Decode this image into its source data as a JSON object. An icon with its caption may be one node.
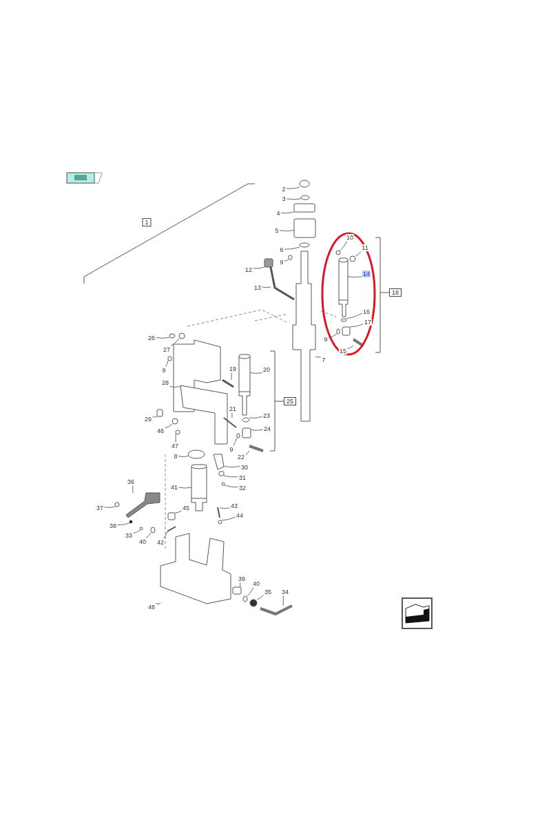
{
  "diagram": {
    "nodes": [
      {
        "text": [
          "1"
        ]
      },
      {
        "text": [
          "2"
        ]
      },
      {
        "text": [
          "3"
        ]
      },
      {
        "text": [
          "4"
        ]
      },
      {
        "text": [
          "5"
        ]
      },
      {
        "text": [
          "6"
        ]
      },
      {
        "text": [
          "10"
        ]
      },
      {
        "text": [
          "11"
        ]
      },
      {
        "text": [
          "12"
        ]
      },
      {
        "text": [
          "14"
        ]
      },
      {
        "text": [
          "9"
        ]
      },
      {
        "text": [
          "13"
        ]
      },
      {
        "text": [
          "18"
        ]
      },
      {
        "text": [
          "16"
        ]
      },
      {
        "text": [
          "17"
        ]
      },
      {
        "text": [
          "26"
        ]
      },
      {
        "text": [
          "9"
        ]
      },
      {
        "text": [
          "27"
        ]
      },
      {
        "text": [
          "15"
        ]
      },
      {
        "text": [
          "7"
        ]
      },
      {
        "text": [
          "9"
        ]
      },
      {
        "text": [
          "20"
        ]
      },
      {
        "text": [
          "19"
        ]
      },
      {
        "text": [
          "28"
        ]
      },
      {
        "text": [
          "25"
        ]
      },
      {
        "text": [
          "21"
        ]
      },
      {
        "text": [
          "23"
        ]
      },
      {
        "text": [
          "29"
        ]
      },
      {
        "text": [
          "24"
        ]
      },
      {
        "text": [
          "46"
        ]
      },
      {
        "text": [
          "47"
        ]
      },
      {
        "text": [
          "9"
        ]
      },
      {
        "text": [
          "22"
        ]
      },
      {
        "text": [
          "8"
        ]
      },
      {
        "text": [
          "30"
        ]
      },
      {
        "text": [
          "31"
        ]
      },
      {
        "text": [
          "32"
        ]
      },
      {
        "text": [
          "41"
        ]
      },
      {
        "text": [
          "36"
        ]
      },
      {
        "text": [
          "43"
        ]
      },
      {
        "text": [
          "37"
        ]
      },
      {
        "text": [
          "45"
        ]
      },
      {
        "text": [
          "44"
        ]
      },
      {
        "text": [
          "38"
        ]
      },
      {
        "text": [
          "33"
        ]
      },
      {
        "text": [
          "40"
        ]
      },
      {
        "text": [
          "42"
        ]
      },
      {
        "text": [
          "39"
        ]
      },
      {
        "text": [
          "40"
        ]
      },
      {
        "text": [
          "35"
        ]
      },
      {
        "text": [
          "34"
        ]
      },
      {
        "text": [
          "48"
        ]
      },
      {
        "text": [],
        "shape": "circle"
      },
      {
        "text": [],
        "shape": "circle"
      },
      {
        "text": [],
        "shape": "box"
      },
      {
        "text": [],
        "shape": "box"
      },
      {
        "text": [],
        "shape": "circle"
      },
      {
        "text": [],
        "shape": "circle"
      },
      {
        "text": [],
        "shape": "circle"
      },
      {
        "text": [],
        "shape": "box"
      },
      {
        "text": [],
        "shape": "cylinder"
      },
      {
        "text": [],
        "shape": "box"
      },
      {
        "text": [],
        "shape": "picture"
      },
      {
        "text": [],
        "shape": "circle"
      },
      {
        "text": [],
        "shape": "box"
      },
      {
        "text": [],
        "shape": "circle"
      },
      {
        "text": [],
        "shape": "box"
      },
      {
        "text": [],
        "shape": "circle"
      },
      {
        "text": [],
        "shape": "picture"
      },
      {
        "text": [],
        "shape": "picture"
      },
      {
        "text": [],
        "shape": "box"
      },
      {
        "text": [],
        "shape": "cylinder"
      },
      {
        "text": [],
        "shape": "picture"
      },
      {
        "text": [],
        "shape": "picture"
      },
      {
        "text": [],
        "shape": "picture"
      },
      {
        "text": [],
        "shape": "circle"
      },
      {
        "text": [],
        "shape": "box"
      },
      {
        "text": [],
        "shape": "box"
      },
      {
        "text": [],
        "shape": "circle"
      },
      {
        "text": [],
        "shape": "circle"
      },
      {
        "text": [],
        "shape": "box"
      },
      {
        "text": [],
        "shape": "picture"
      },
      {
        "text": [],
        "shape": "circle"
      },
      {
        "text": [],
        "shape": "picture"
      },
      {
        "text": [],
        "shape": "box"
      },
      {
        "text": [],
        "shape": "circle"
      },
      {
        "text": [],
        "shape": "cylinder"
      },
      {
        "text": [],
        "shape": "picture"
      },
      {
        "text": [],
        "shape": "picture"
      },
      {
        "text": [],
        "shape": "circle"
      },
      {
        "text": [],
        "shape": "box"
      },
      {
        "text": [],
        "shape": "circle"
      },
      {
        "text": [],
        "shape": "circle"
      },
      {
        "text": [],
        "shape": "circle"
      },
      {
        "text": [],
        "shape": "circle"
      },
      {
        "text": [],
        "shape": "picture"
      },
      {
        "text": [],
        "shape": "box"
      },
      {
        "text": [],
        "shape": "circle"
      },
      {
        "text": [],
        "shape": "circle"
      },
      {
        "text": [],
        "shape": "picture"
      },
      {
        "text": [],
        "shape": "picture"
      }
    ],
    "edges": [
      {
        "from": 1,
        "to": 52,
        "arrow": "none"
      },
      {
        "from": 2,
        "to": 53,
        "arrow": "none"
      },
      {
        "from": 3,
        "to": 54,
        "arrow": "none"
      },
      {
        "from": 4,
        "to": 55,
        "arrow": "none"
      },
      {
        "from": 5,
        "to": 56,
        "arrow": "none"
      },
      {
        "from": 6,
        "to": 57,
        "arrow": "none"
      },
      {
        "from": 7,
        "to": 58,
        "arrow": "none"
      },
      {
        "from": 8,
        "to": 59,
        "arrow": "none"
      },
      {
        "from": 9,
        "to": 60,
        "arrow": "none"
      },
      {
        "from": 10,
        "to": 61,
        "arrow": "none"
      },
      {
        "from": 11,
        "to": 62,
        "arrow": "none"
      },
      {
        "from": 13,
        "to": 63,
        "arrow": "none"
      },
      {
        "from": 14,
        "to": 64,
        "arrow": "none"
      },
      {
        "from": 15,
        "to": 65,
        "arrow": "none"
      },
      {
        "from": 16,
        "to": 66,
        "arrow": "none"
      },
      {
        "from": 17,
        "to": 67,
        "arrow": "none"
      },
      {
        "from": 18,
        "to": 68,
        "arrow": "none"
      },
      {
        "from": 19,
        "to": 69,
        "arrow": "none"
      },
      {
        "from": 20,
        "to": 70,
        "arrow": "none"
      },
      {
        "from": 21,
        "to": 71,
        "arrow": "none"
      },
      {
        "from": 22,
        "to": 72,
        "arrow": "none"
      },
      {
        "from": 23,
        "to": 73,
        "arrow": "none"
      },
      {
        "from": 25,
        "to": 74,
        "arrow": "none"
      },
      {
        "from": 26,
        "to": 75,
        "arrow": "none"
      },
      {
        "from": 27,
        "to": 76,
        "arrow": "none"
      },
      {
        "from": 28,
        "to": 77,
        "arrow": "none"
      },
      {
        "from": 29,
        "to": 78,
        "arrow": "none"
      },
      {
        "from": 30,
        "to": 79,
        "arrow": "none"
      },
      {
        "from": 31,
        "to": 80,
        "arrow": "none"
      },
      {
        "from": 32,
        "to": 81,
        "arrow": "none"
      },
      {
        "from": 33,
        "to": 82,
        "arrow": "none"
      },
      {
        "from": 34,
        "to": 83,
        "arrow": "none"
      },
      {
        "from": 35,
        "to": 84,
        "arrow": "none"
      },
      {
        "from": 36,
        "to": 85,
        "arrow": "none"
      },
      {
        "from": 37,
        "to": 86,
        "arrow": "none"
      },
      {
        "from": 38,
        "to": 87,
        "arrow": "none"
      },
      {
        "from": 39,
        "to": 88,
        "arrow": "none"
      },
      {
        "from": 40,
        "to": 89,
        "arrow": "none"
      },
      {
        "from": 41,
        "to": 90,
        "arrow": "none"
      },
      {
        "from": 42,
        "to": 91,
        "arrow": "none"
      },
      {
        "from": 43,
        "to": 92,
        "arrow": "none"
      },
      {
        "from": 44,
        "to": 93,
        "arrow": "none"
      },
      {
        "from": 45,
        "to": 94,
        "arrow": "none"
      },
      {
        "from": 46,
        "to": 95,
        "arrow": "none"
      },
      {
        "from": 47,
        "to": 96,
        "arrow": "none"
      },
      {
        "from": 48,
        "to": 97,
        "arrow": "none"
      },
      {
        "from": 49,
        "to": 98,
        "arrow": "none"
      },
      {
        "from": 50,
        "to": 99,
        "arrow": "none"
      },
      {
        "from": 51,
        "to": 100,
        "arrow": "none"
      }
    ]
  }
}
